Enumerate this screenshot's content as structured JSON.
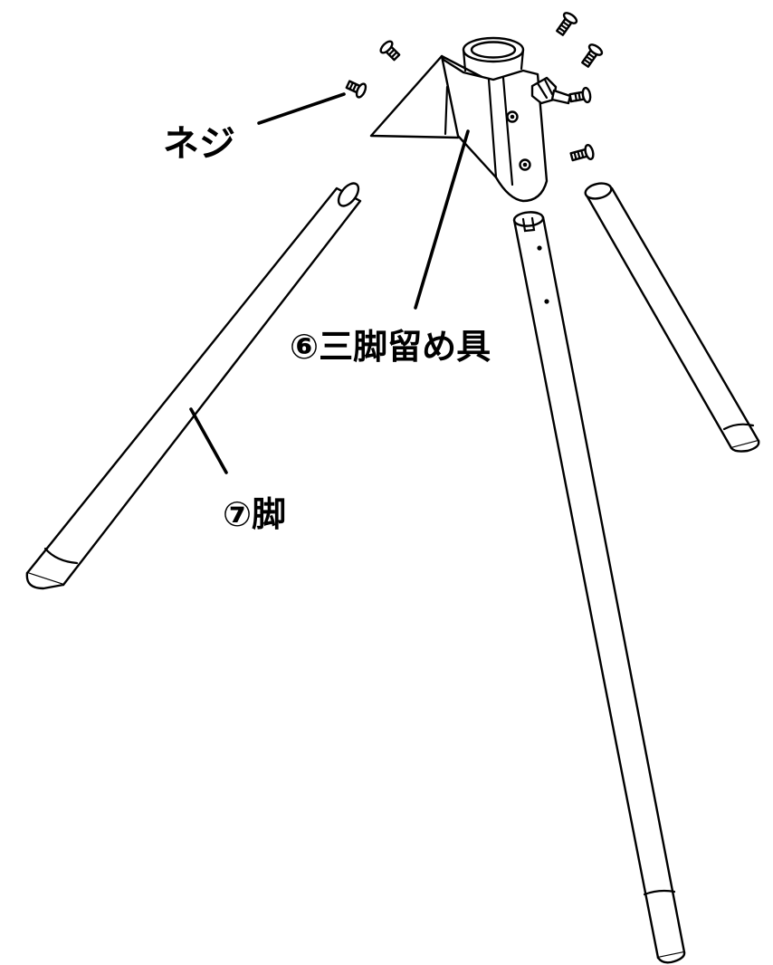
{
  "labels": {
    "screw": "ネジ",
    "tripod_clamp": "⑥三脚留め具",
    "leg": "⑦脚"
  },
  "colors": {
    "line": "#000000",
    "background": "#ffffff"
  }
}
